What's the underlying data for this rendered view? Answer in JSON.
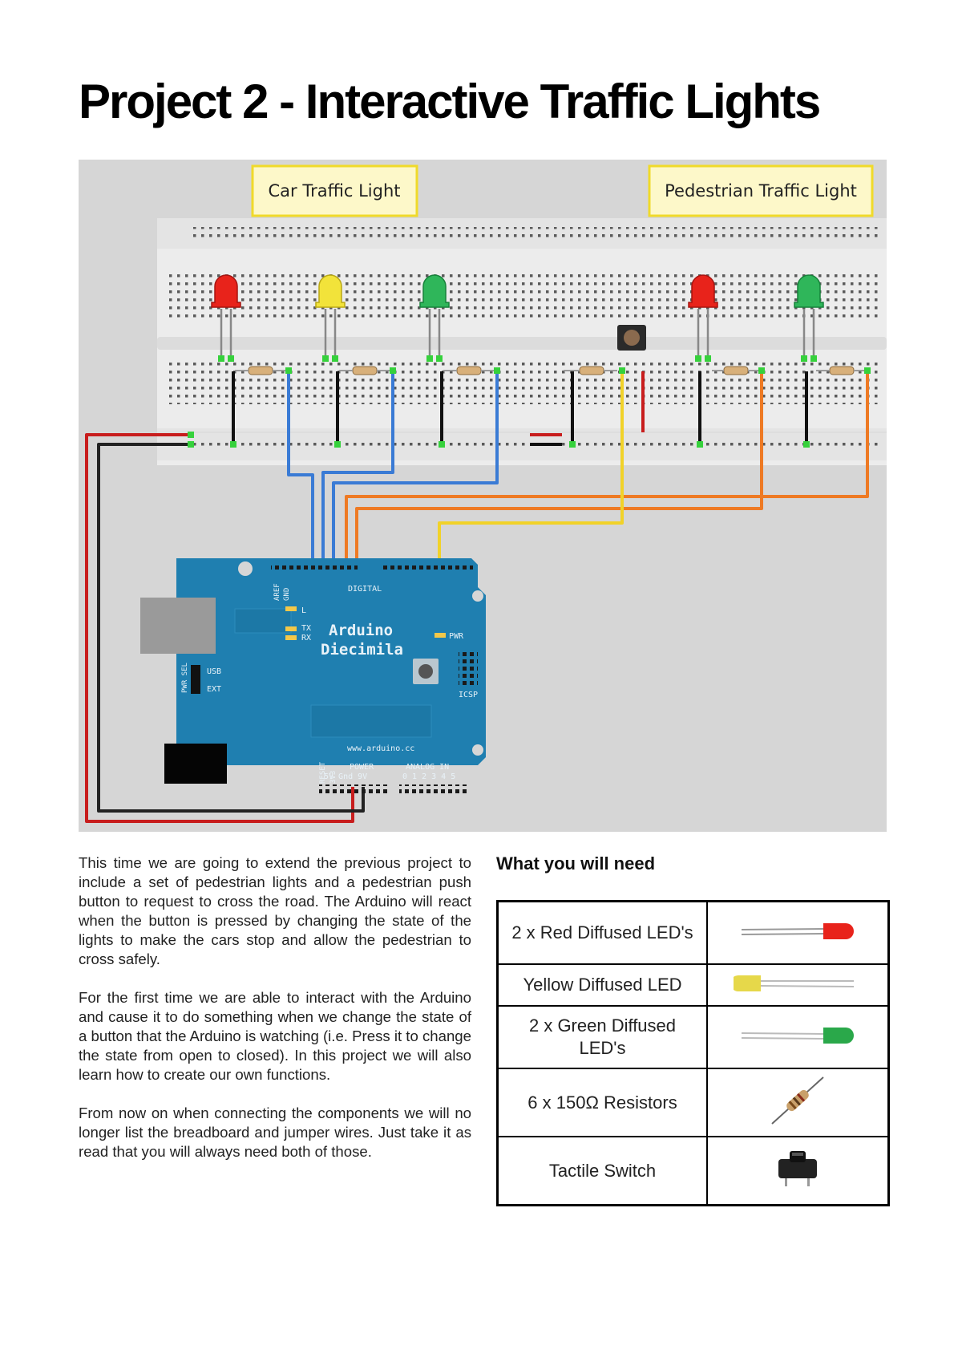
{
  "page": {
    "title": "Project 2 - Interactive Traffic Lights"
  },
  "diagram": {
    "labels": {
      "car": "Car Traffic Light",
      "pedestrian": "Pedestrian Traffic Light"
    },
    "board": {
      "name_line1": "Arduino",
      "name_line2": "Diecimila",
      "url": "www.arduino.cc",
      "digital": "DIGITAL",
      "power": "POWER",
      "analog": "ANALOG IN",
      "analog_pins": "0 1 2 3 4 5",
      "power_pins": "5V Gnd 9V",
      "reset": "RESET",
      "v3": "3V3",
      "aref": "AREF",
      "gnd": "GND",
      "pwr": "PWR",
      "usb": "USB",
      "ext": "EXT",
      "pwrsel": "PWR SEL",
      "icsp": "ICSP",
      "tx": "TX",
      "rx": "RX",
      "l": "L"
    }
  },
  "body": {
    "paragraphs": [
      "This time we are going to extend the previous project to include a set of pedestrian lights and a pedestrian push button to request to cross the road. The Arduino will react when the button is pressed by changing the state of the lights to make the cars stop and allow the pedestrian to cross safely.",
      "For the first time we are able to interact with the Arduino and cause it to do something when we change the state of a button that the Arduino is watching (i.e. Press it to change the state from open to closed). In this project we will also learn how to create our own functions.",
      "From now on when connecting the components we will no longer list the breadboard and jumper wires. Just take it as read that you will always need both of those."
    ]
  },
  "need": {
    "title": "What you will need",
    "items": [
      {
        "name": "2 x Red Diffused LED's",
        "icon": "red-led-icon",
        "color": "#e8231b"
      },
      {
        "name": "Yellow Diffused LED",
        "icon": "yellow-led-icon",
        "color": "#e6d84a"
      },
      {
        "name": "2 x Green Diffused LED's",
        "icon": "green-led-icon",
        "color": "#2aa84a"
      },
      {
        "name": "6 x 150Ω Resistors",
        "icon": "resistor-icon",
        "color": "#c9a06a"
      },
      {
        "name": "Tactile Switch",
        "icon": "tactile-switch-icon",
        "color": "#222222"
      }
    ]
  }
}
